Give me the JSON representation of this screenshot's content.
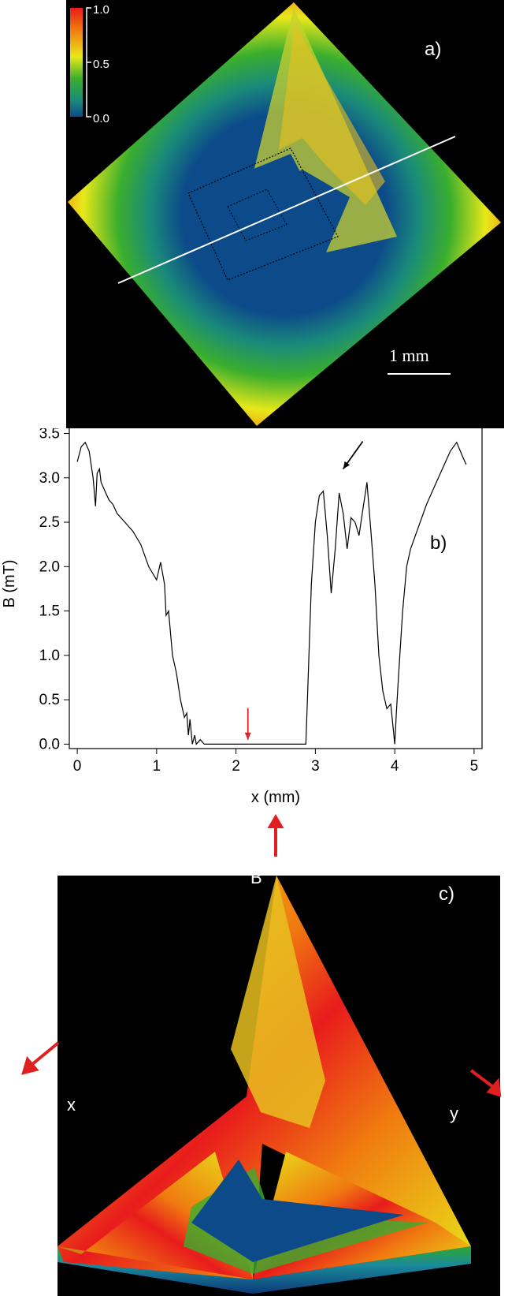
{
  "panel_a": {
    "label": "a)",
    "colorbar_ticks": [
      "1.0",
      "0.5",
      "0.0"
    ],
    "scale_bar": "1 mm"
  },
  "panel_c": {
    "label": "c)",
    "axis_b": "B",
    "axis_x": "x",
    "axis_y": "y"
  },
  "chart_data": {
    "type": "line",
    "label": "b)",
    "xlabel": "x (mm)",
    "ylabel": "B (mT)",
    "xlim": [
      -0.1,
      5.1
    ],
    "ylim": [
      -0.05,
      3.7
    ],
    "xticks": [
      "0",
      "1",
      "2",
      "3",
      "4",
      "5"
    ],
    "yticks": [
      "0.0",
      "0.5",
      "1.0",
      "1.5",
      "2.0",
      "2.5",
      "3.0",
      "3.5"
    ],
    "series": [
      {
        "x": [
          0.0,
          0.05,
          0.1,
          0.15,
          0.2,
          0.23,
          0.25,
          0.28,
          0.3,
          0.35,
          0.4,
          0.45,
          0.5,
          0.6,
          0.7,
          0.8,
          0.9,
          1.0,
          1.05,
          1.1,
          1.12,
          1.15,
          1.2,
          1.25,
          1.3,
          1.35,
          1.38,
          1.4,
          1.42,
          1.45,
          1.48,
          1.5,
          1.55,
          1.6,
          2.0,
          2.5,
          2.88,
          2.9,
          2.95,
          3.0,
          3.05,
          3.1,
          3.15,
          3.2,
          3.25,
          3.3,
          3.35,
          3.4,
          3.45,
          3.5,
          3.55,
          3.6,
          3.65,
          3.7,
          3.75,
          3.8,
          3.85,
          3.9,
          3.95,
          4.0,
          4.02,
          4.05,
          4.1,
          4.15,
          4.2,
          4.3,
          4.4,
          4.5,
          4.6,
          4.7,
          4.78,
          4.85,
          4.9
        ],
        "y": [
          3.18,
          3.35,
          3.4,
          3.3,
          3.0,
          2.68,
          3.05,
          3.1,
          2.95,
          2.85,
          2.75,
          2.7,
          2.6,
          2.5,
          2.4,
          2.25,
          2.0,
          1.85,
          2.05,
          1.8,
          1.45,
          1.5,
          1.0,
          0.8,
          0.5,
          0.3,
          0.35,
          0.1,
          0.28,
          0.0,
          0.1,
          0.0,
          0.05,
          0.0,
          0.0,
          0.0,
          0.0,
          0.5,
          1.8,
          2.5,
          2.8,
          2.85,
          2.35,
          1.7,
          2.2,
          2.83,
          2.6,
          2.2,
          2.55,
          2.5,
          2.35,
          2.65,
          2.95,
          2.4,
          1.8,
          1.0,
          0.6,
          0.4,
          0.45,
          0.0,
          0.35,
          0.8,
          1.5,
          2.0,
          2.2,
          2.45,
          2.7,
          2.9,
          3.1,
          3.3,
          3.4,
          3.25,
          3.15
        ]
      }
    ],
    "annotations": [
      {
        "type": "arrow",
        "color": "#e02020",
        "x": 2.15,
        "y": 0.05
      },
      {
        "type": "arrow",
        "color": "#000000",
        "x": 3.35,
        "y": 3.1
      }
    ]
  },
  "colors": {
    "red": "#e81c1c",
    "orange": "#f07a10",
    "yellow": "#e8e81a",
    "green": "#2ea82e",
    "blue": "#0c4a8a",
    "black": "#000000"
  }
}
